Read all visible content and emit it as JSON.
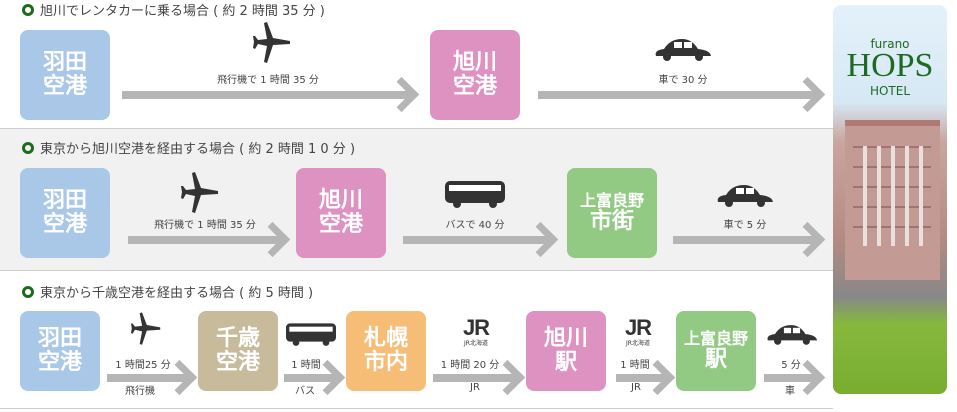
{
  "route1": {
    "title": "旭川でレンタカーに乗る場合 ( 約 2 時間 35 分 )",
    "stops": [
      {
        "l1": "羽田",
        "l2": "空港",
        "color": "#a9c8e8"
      },
      {
        "l1": "旭川",
        "l2": "空港",
        "color": "#de92c2"
      }
    ],
    "legs": [
      {
        "label": "飛行機で 1 時間 35 分",
        "icon": "airplane-icon"
      },
      {
        "label": "車で 30 分",
        "icon": "car-icon"
      }
    ]
  },
  "route2": {
    "title": "東京から旭川空港を経由する場合 ( 約 2 時間 1 0 分 )",
    "stops": [
      {
        "l1": "羽田",
        "l2": "空港",
        "color": "#a9c8e8"
      },
      {
        "l1": "旭川",
        "l2": "空港",
        "color": "#de92c2"
      },
      {
        "l1": "上富良野",
        "l2": "市街",
        "color": "#92ca84"
      }
    ],
    "legs": [
      {
        "label": "飛行機で 1 時間 35 分",
        "icon": "airplane-icon"
      },
      {
        "label": "バスで 40 分",
        "icon": "bus-icon"
      },
      {
        "label": "車で 5 分",
        "icon": "car-icon"
      }
    ]
  },
  "route3": {
    "title": "東京から千歳空港を経由する場合 ( 約 5 時間 )",
    "stops": [
      {
        "l1": "羽田",
        "l2": "空港",
        "color": "#a9c8e8"
      },
      {
        "l1": "千歳",
        "l2": "空港",
        "color": "#c7bb9b"
      },
      {
        "l1": "札幌",
        "l2": "市内",
        "color": "#f5bd76"
      },
      {
        "l1": "旭川",
        "l2": "駅",
        "color": "#de92c2"
      },
      {
        "l1": "上富良野",
        "l2": "駅",
        "color": "#92ca84"
      }
    ],
    "legs": [
      {
        "time": "1 時間25 分",
        "mode": "飛行機",
        "icon": "airplane-icon"
      },
      {
        "time": "1 時間",
        "mode": "バス",
        "icon": "bus-icon"
      },
      {
        "time": "1 時間 20 分",
        "mode": "JR",
        "icon": "jr-logo-icon",
        "logo_text": "JR北海道"
      },
      {
        "time": "1 時間",
        "mode": "JR",
        "icon": "jr-logo-icon",
        "logo_text": "JR北海道"
      },
      {
        "time": "5 分",
        "mode": "車",
        "icon": "car-icon"
      }
    ]
  },
  "hotel": {
    "furano": "furano",
    "hops": "HOPS",
    "hotel": "HOTEL"
  }
}
